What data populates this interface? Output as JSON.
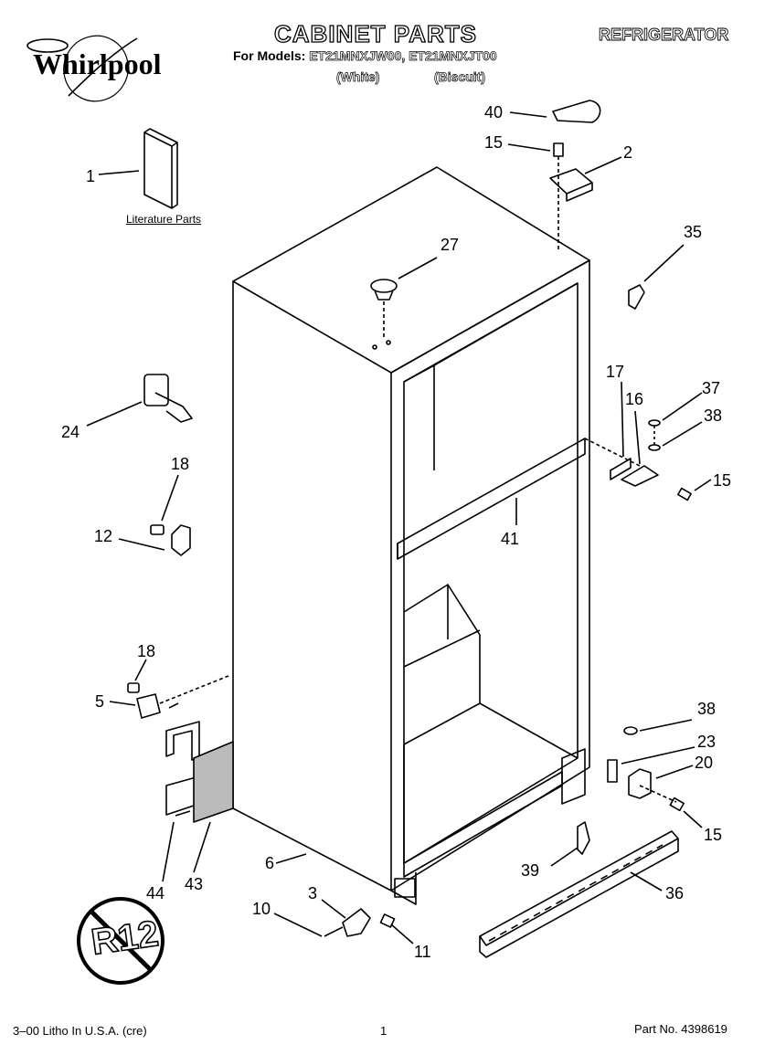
{
  "header": {
    "brand": "Whirlpool",
    "title": "CABINET PARTS",
    "appliance_type": "REFRIGERATOR",
    "models_prefix": "For Models:",
    "models": "ET21MNXJW00, ET21MNXJT00",
    "variant_1": "(White)",
    "variant_2": "(Biscuit)"
  },
  "literature_label": "Literature Parts",
  "callouts": [
    "40",
    "15",
    "2",
    "1",
    "27",
    "35",
    "17",
    "16",
    "37",
    "38",
    "24",
    "18",
    "15",
    "41",
    "12",
    "18",
    "5",
    "38",
    "23",
    "20",
    "15",
    "6",
    "44",
    "43",
    "39",
    "36",
    "3",
    "10",
    "11"
  ],
  "badge": "R12",
  "footer": {
    "left": "3–00 Litho In U.S.A. (cre)",
    "page": "1",
    "part_no": "Part No. 4398619"
  }
}
